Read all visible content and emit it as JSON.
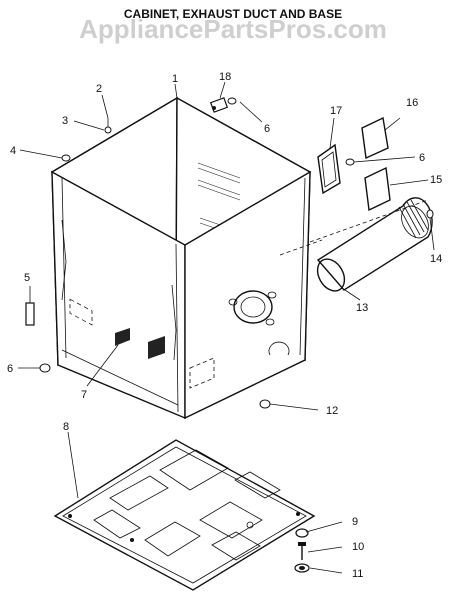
{
  "title": "CABINET, EXHAUST DUCT AND BASE",
  "watermark": "AppliancePartsPros.com",
  "callouts": [
    {
      "id": "c1",
      "label": "1"
    },
    {
      "id": "c2",
      "label": "2"
    },
    {
      "id": "c3",
      "label": "3"
    },
    {
      "id": "c4",
      "label": "4"
    },
    {
      "id": "c5",
      "label": "5"
    },
    {
      "id": "c6a",
      "label": "6"
    },
    {
      "id": "c6b",
      "label": "6"
    },
    {
      "id": "c6c",
      "label": "6"
    },
    {
      "id": "c7",
      "label": "7"
    },
    {
      "id": "c8",
      "label": "8"
    },
    {
      "id": "c9",
      "label": "9"
    },
    {
      "id": "c10",
      "label": "10"
    },
    {
      "id": "c11",
      "label": "11"
    },
    {
      "id": "c12",
      "label": "12"
    },
    {
      "id": "c13",
      "label": "13"
    },
    {
      "id": "c14",
      "label": "14"
    },
    {
      "id": "c15",
      "label": "15"
    },
    {
      "id": "c16",
      "label": "16"
    },
    {
      "id": "c17",
      "label": "17"
    },
    {
      "id": "c18",
      "label": "18"
    }
  ]
}
